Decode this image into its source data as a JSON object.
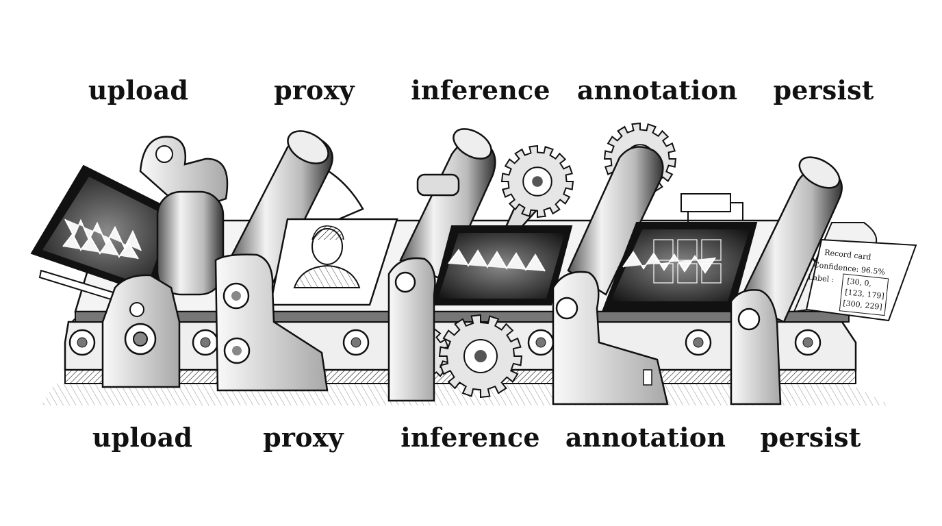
{
  "stages_top": [
    "upload",
    "proxy",
    "inference",
    "annotation",
    "persist"
  ],
  "stages_bottom": [
    "upload",
    "proxy",
    "inference",
    "annotation",
    "persist"
  ],
  "record_card": {
    "title": "Record card",
    "confidence": "Confidence: 96.5%",
    "label_key": "Label :",
    "label_line1": "[30, 0,",
    "label_line2": "[123, 179]",
    "label_line3": "[300, 229]"
  },
  "colors": {
    "ink": "#111111",
    "paper": "#ffffff",
    "shade": "#d9d9d9"
  },
  "icons": [
    "dental-xray-icon",
    "person-portrait-icon",
    "gear-icon",
    "stylus-icon",
    "roller-icon",
    "annotation-tag-icon"
  ]
}
